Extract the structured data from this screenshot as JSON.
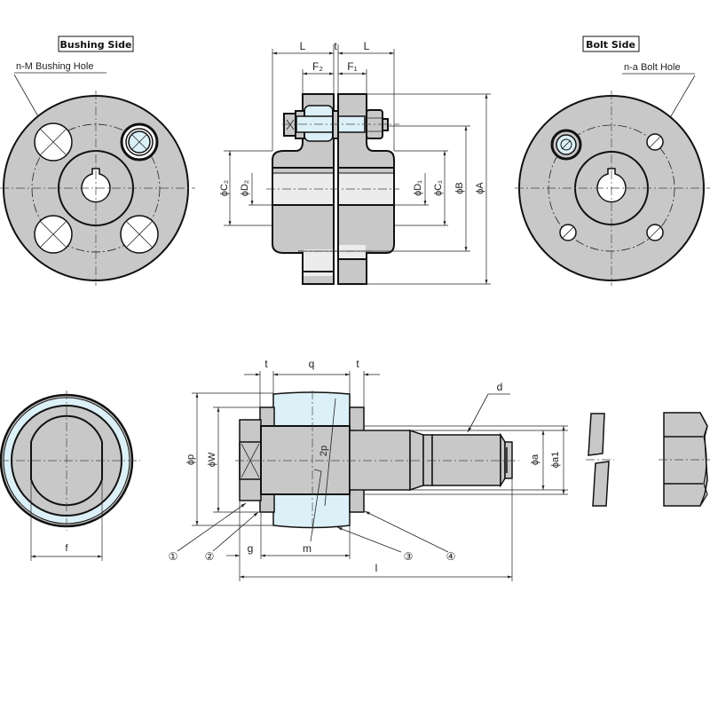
{
  "title_bushing_side": "Bushing Side",
  "title_bolt_side": "Bolt Side",
  "callout_bushing_hole": "n-M Bushing Hole",
  "callout_bolt_hole": "n-a Bolt Hole",
  "side_view": {
    "dim_L_left": "L",
    "dim_t": "t",
    "dim_L_right": "L",
    "dim_F2": "F₂",
    "dim_F1": "F₁",
    "dim_C2": "ϕC₂",
    "dim_D2": "ϕD₂",
    "dim_D1": "ϕD₁",
    "dim_C1": "ϕC₁",
    "dim_B": "ϕB",
    "dim_A": "ϕA"
  },
  "bolt_detail": {
    "dim_f": "f",
    "dim_t_left": "t",
    "dim_q": "q",
    "dim_t_right": "t",
    "dim_d": "d",
    "dim_p": "ϕp",
    "dim_W": "ϕW",
    "dim_2p": "2p",
    "dim_a": "ϕa",
    "dim_a1": "ϕa1",
    "dim_g": "g",
    "dim_m": "m",
    "dim_l": "l",
    "part_1": "①",
    "part_2": "②",
    "part_3": "③",
    "part_4": "④"
  },
  "colors": {
    "metal": "#c8c8c8",
    "rubber_bushing": "#dcf0f8",
    "line": "#111111"
  }
}
